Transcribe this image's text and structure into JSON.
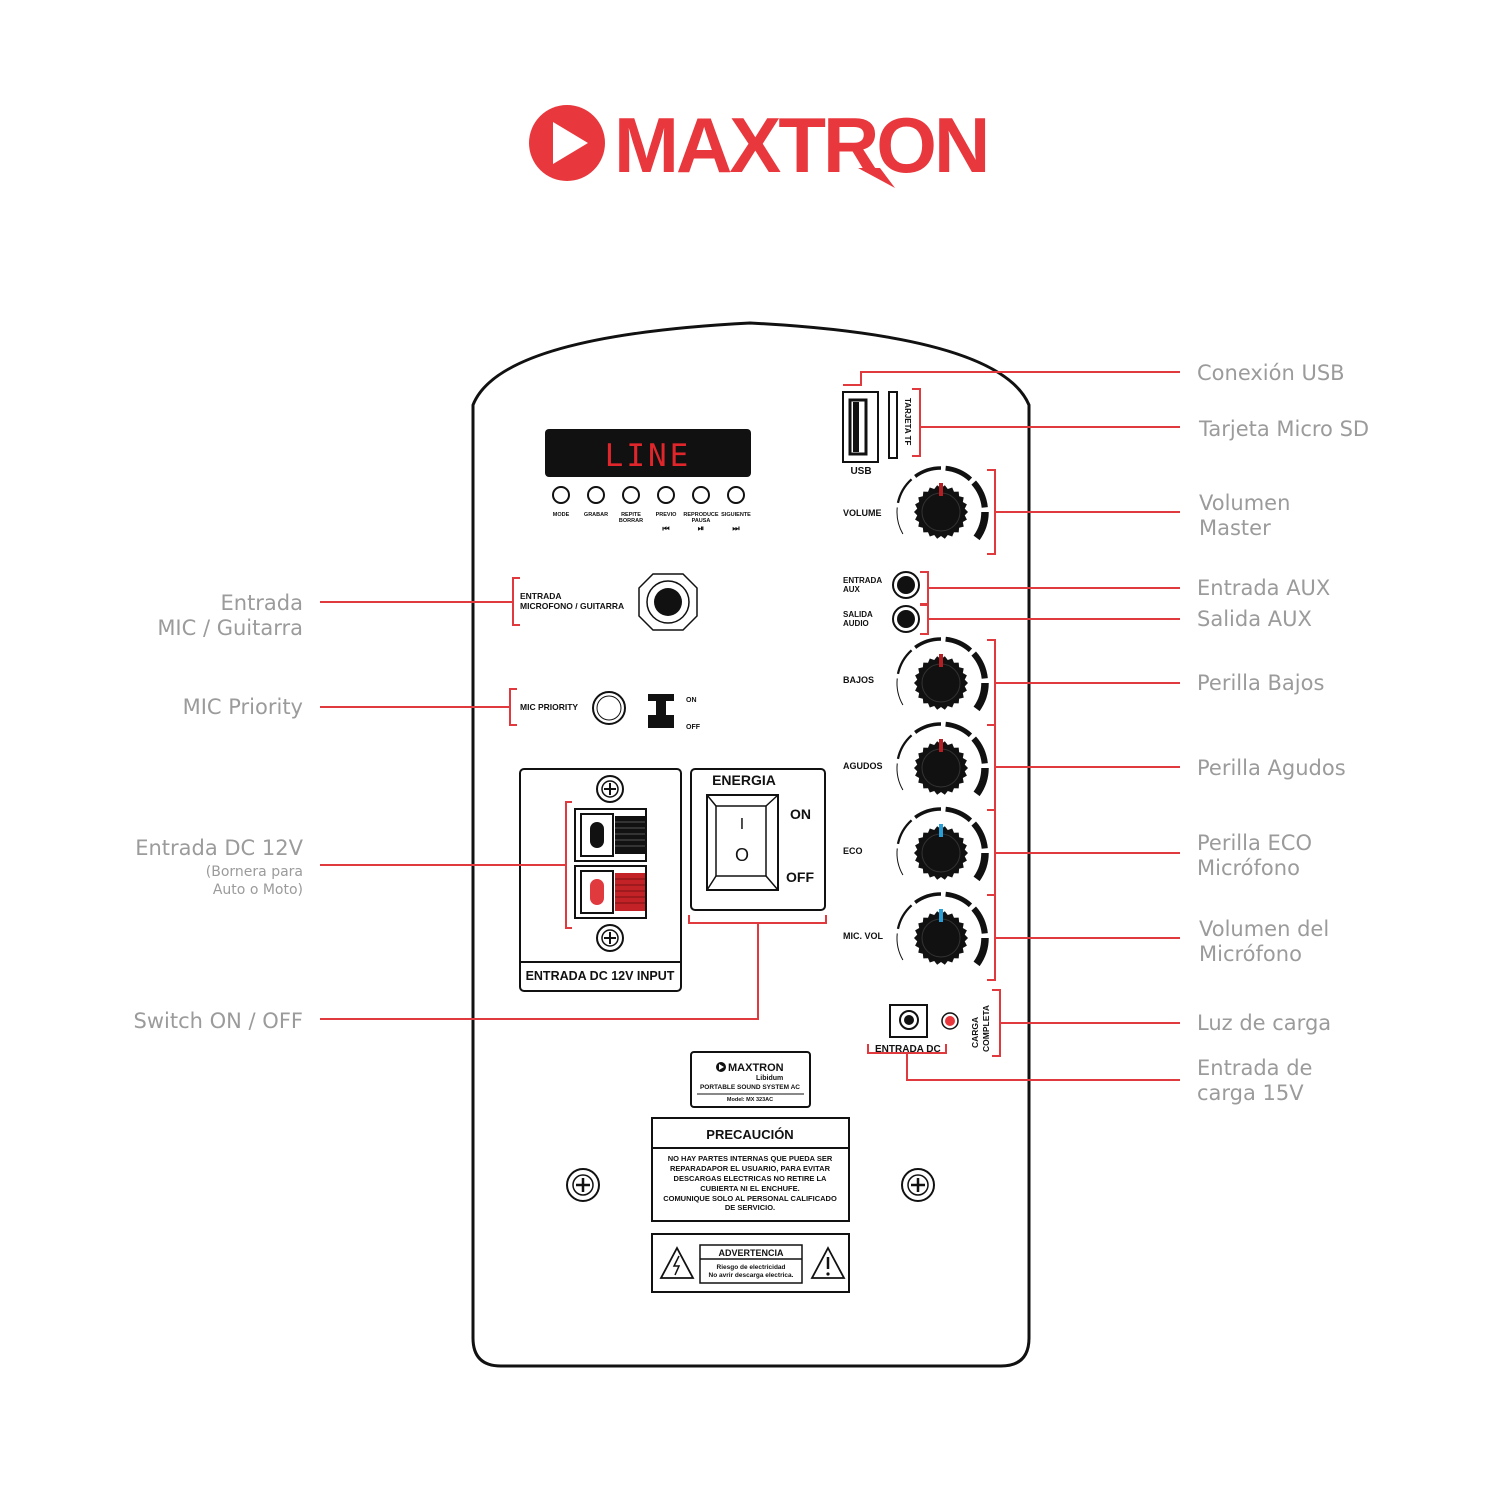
{
  "brand": {
    "name": "MAXTRON",
    "color": "#e8383d"
  },
  "colors": {
    "leader": "#e03a3e",
    "callout_text": "#9b9b9b",
    "display_text": "#e0262b",
    "knob_red": "#b52025",
    "knob_blue": "#2a9fd6",
    "lamp_red": "#e8383d"
  },
  "display": {
    "text": "LINE"
  },
  "player_buttons": [
    {
      "label": "MODE",
      "icon": ""
    },
    {
      "label": "GRABAR",
      "icon": ""
    },
    {
      "label": "REPITE BORRAR",
      "line1": "REPITE",
      "line2": "BORRAR",
      "icon": ""
    },
    {
      "label": "PREVIO",
      "icon": "⏮"
    },
    {
      "label": "REPRODUCE PAUSA",
      "line1": "REPRODUCE",
      "line2": "PAUSA",
      "icon": "⏯"
    },
    {
      "label": "SIGUIENTE",
      "icon": "⏭"
    }
  ],
  "panel": {
    "usb": "USB",
    "tf_card": "TARJETA TF",
    "volume": "VOLUME",
    "aux_in_line1": "ENTRADA",
    "aux_in_line2": "AUX",
    "aux_out_line1": "SALIDA",
    "aux_out_line2": "AUDIO",
    "bass": "BAJOS",
    "treble": "AGUDOS",
    "echo": "ECO",
    "mic_vol": "MIC. VOL",
    "mic_input_line1": "ENTRADA",
    "mic_input_line2": "MICROFONO / GUITARRA",
    "mic_priority": "MIC PRIORITY",
    "mic_priority_on": "ON",
    "mic_priority_off": "OFF",
    "power_title": "ENERGIA",
    "power_on": "ON",
    "power_off": "OFF",
    "power_i": "I",
    "power_o": "O",
    "dc12_box": "ENTRADA DC 12V INPUT",
    "dc_in": "ENTRADA DC",
    "charge_full_line1": "CARGA",
    "charge_full_line2": "COMPLETA"
  },
  "plate": {
    "brand": "MAXTRON",
    "model_name": "Libidum",
    "subtitle": "PORTABLE SOUND SYSTEM AC",
    "model": "Model: MX 323AC"
  },
  "caution": {
    "title": "PRECAUCIÓN",
    "lines": [
      "NO HAY PARTES INTERNAS QUE PUEDA SER",
      "REPARADAPOR EL USUARIO, PARA EVITAR",
      "DESCARGAS ELECTRICAS NO RETIRE LA",
      "CUBIERTA NI EL ENCHUFE.",
      "COMUNIQUE SOLO AL PERSONAL CALIFICADO",
      "DE SERVICIO."
    ]
  },
  "warning": {
    "title": "ADVERTENCIA",
    "line1": "Riesgo de electricidad",
    "line2": "No avrir descarga electrica."
  },
  "callouts": {
    "usb": "Conexión USB",
    "sd": "Tarjeta Micro SD",
    "vol_master_line1": "Volumen",
    "vol_master_line2": "Master",
    "aux_in": "Entrada AUX",
    "aux_out": "Salida AUX",
    "bass": "Perilla Bajos",
    "treble": "Perilla Agudos",
    "echo_line1": "Perilla ECO",
    "echo_line2": "Micrófono",
    "mic_vol_line1": "Volumen del",
    "mic_vol_line2": "Micrófono",
    "charge_light": "Luz de carga",
    "charge_in_line1": "Entrada de",
    "charge_in_line2": "carga  15V",
    "mic_guitar_line1": "Entrada",
    "mic_guitar_line2": "MIC / Guitarra",
    "mic_priority": "MIC Priority",
    "dc12_line1": "Entrada DC 12V",
    "dc12_line2": "(Bornera para",
    "dc12_line3": "Auto o Moto)",
    "switch": "Switch ON / OFF"
  }
}
